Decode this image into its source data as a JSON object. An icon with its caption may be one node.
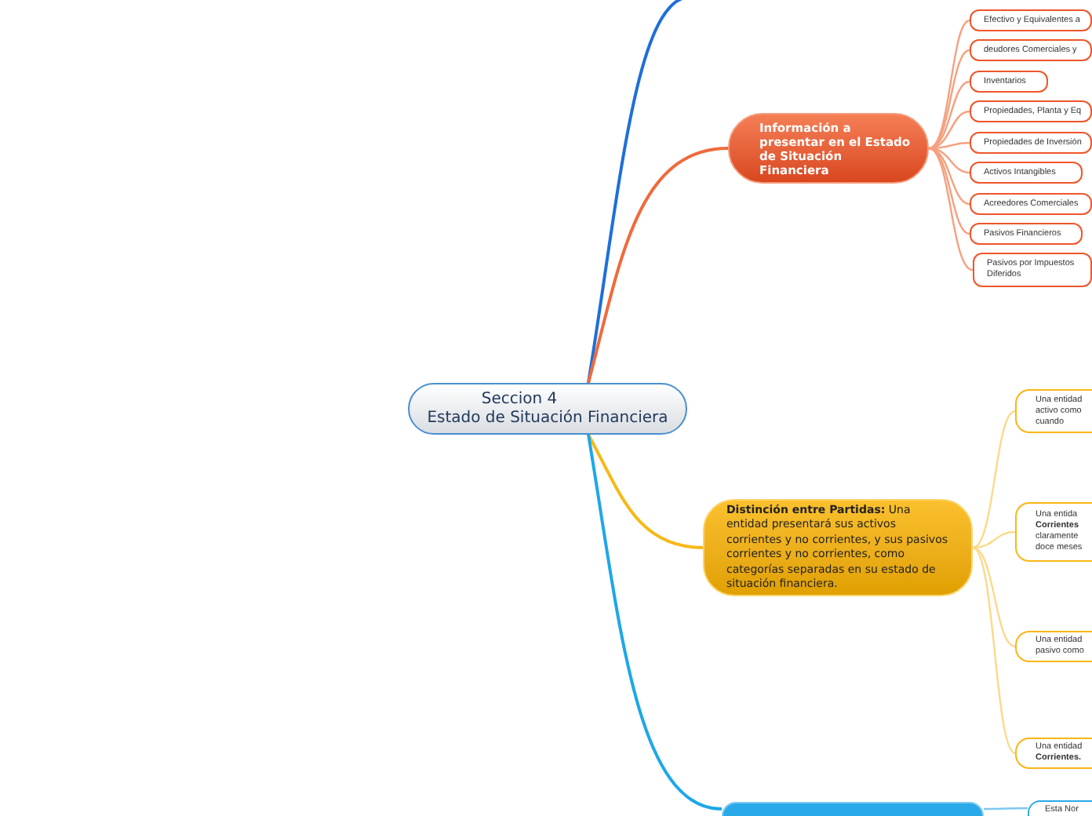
{
  "diagram": {
    "nodes": [
      {
        "text": [
          "Seccion 4",
          "Estado de Situación Financiera"
        ]
      },
      {
        "text": [
          "Información a presentar en el Estado de Situación Financiera"
        ]
      },
      {
        "text": [
          "Efectivo y Equivalentes a"
        ]
      },
      {
        "text": [
          "deudores Comerciales y"
        ]
      },
      {
        "text": [
          "Inventarios"
        ]
      },
      {
        "text": [
          "Propiedades, Planta y Eq"
        ]
      },
      {
        "text": [
          "Propiedades de Inversión"
        ]
      },
      {
        "text": [
          "Activos Intangibles"
        ]
      },
      {
        "text": [
          "Acreedores Comerciales"
        ]
      },
      {
        "text": [
          "Pasivos Financieros"
        ]
      },
      {
        "text": [
          "Pasivos por Impuestos Diferidos"
        ]
      },
      {
        "text": [
          "**Distinción entre Partidas:** Una entidad presentará sus activos corrientes y no corrientes, y sus pasivos corrientes y no corrientes, como categorías separadas en su estado de situación financiera."
        ]
      },
      {
        "text": [
          "Una entidad activo como cuando"
        ]
      },
      {
        "text": [
          "Una entida **Corrientes** claramente doce meses"
        ]
      },
      {
        "text": [
          "Una entidad pasivo como"
        ]
      },
      {
        "text": [
          "Una entidad **Corrientes.**"
        ]
      },
      {
        "text": [],
        "shape": "box"
      },
      {
        "text": [
          "Esta Nor"
        ]
      }
    ],
    "edges": [
      {
        "from": 0,
        "to": null,
        "arrow": "none",
        "color": "#1e6fd9"
      },
      {
        "from": 0,
        "to": 1,
        "arrow": "none",
        "color": "#f06a3c"
      },
      {
        "from": 1,
        "to": 2,
        "arrow": "none",
        "color": "#f5a080"
      },
      {
        "from": 1,
        "to": 3,
        "arrow": "none",
        "color": "#f5a080"
      },
      {
        "from": 1,
        "to": 4,
        "arrow": "none",
        "color": "#f5a080"
      },
      {
        "from": 1,
        "to": 5,
        "arrow": "none",
        "color": "#f5a080"
      },
      {
        "from": 1,
        "to": 6,
        "arrow": "none",
        "color": "#f5a080"
      },
      {
        "from": 1,
        "to": 7,
        "arrow": "none",
        "color": "#f5a080"
      },
      {
        "from": 1,
        "to": 8,
        "arrow": "none",
        "color": "#f5a080"
      },
      {
        "from": 1,
        "to": 9,
        "arrow": "none",
        "color": "#f5a080"
      },
      {
        "from": 1,
        "to": 10,
        "arrow": "none",
        "color": "#f5a080"
      },
      {
        "from": 0,
        "to": 11,
        "arrow": "none",
        "color": "#f7b919"
      },
      {
        "from": 11,
        "to": 12,
        "arrow": "none",
        "color": "#fbd98a"
      },
      {
        "from": 11,
        "to": 13,
        "arrow": "none",
        "color": "#fbd98a"
      },
      {
        "from": 11,
        "to": 14,
        "arrow": "none",
        "color": "#fbd98a"
      },
      {
        "from": 11,
        "to": 15,
        "arrow": "none",
        "color": "#fbd98a"
      },
      {
        "from": 0,
        "to": 16,
        "arrow": "none",
        "color": "#1ea7e8"
      },
      {
        "from": 16,
        "to": 17,
        "arrow": "none",
        "color": "#7cc8ef"
      }
    ]
  }
}
